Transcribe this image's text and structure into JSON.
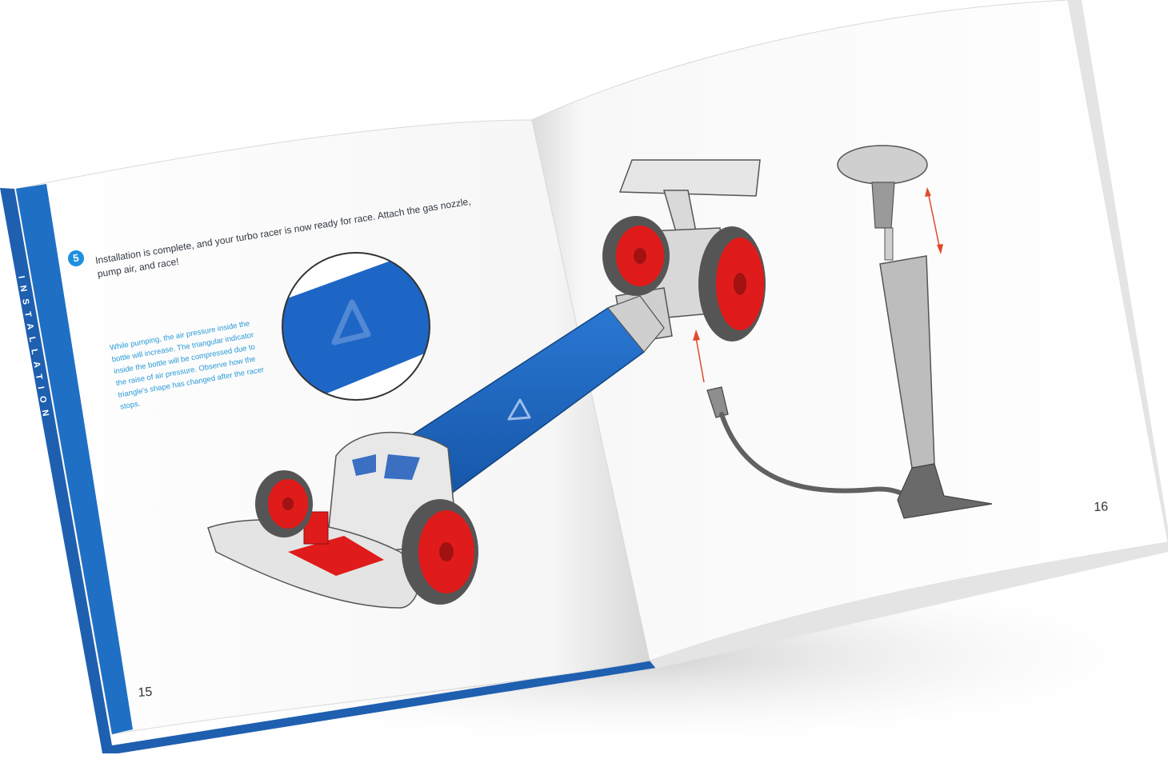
{
  "colors": {
    "accent_blue": "#1f6fc4",
    "bottle_blue": "#1e66c6",
    "wheel_red": "#e01b1b",
    "note_blue": "#2a9ad8",
    "chassis_gray": "#e6e6e6",
    "dark_gray": "#616161"
  },
  "section_label": "INSTALLATION",
  "step": {
    "number": "5",
    "text": "Installation is complete, and your turbo racer is now ready for race. Attach the gas nozzle, pump air, and race!"
  },
  "note": "While pumping, the air pressure inside the bottle will increase. The triangular indicator inside the bottle will be compressed due to the raise of air pressure. Observe how the triangle's shape has changed after the racer stops.",
  "pages": {
    "left": "15",
    "right": "16"
  },
  "icons": [
    "step-number-icon",
    "triangle-indicator-icon",
    "up-down-arrow-icon",
    "insert-arrow-icon"
  ]
}
